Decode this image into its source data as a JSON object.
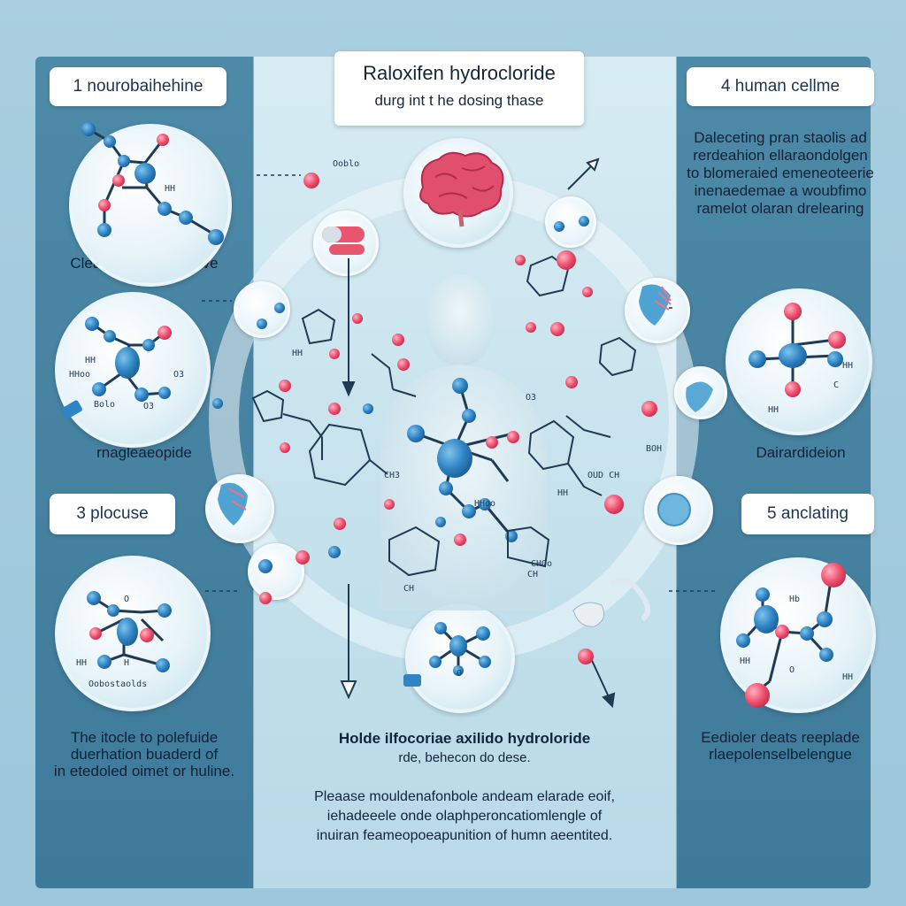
{
  "title": {
    "line1": "Raloxifen hydrocloride",
    "line2": "durg int t he dosing thase"
  },
  "steps": [
    {
      "label": "1 nourobaihehine"
    },
    {
      "label": "4 human cellme"
    },
    {
      "label": "3 plocuse"
    },
    {
      "label": "5 anclating"
    }
  ],
  "left_texts": {
    "t1": "Clear, informive alalve",
    "t2": "rnagleaeopide",
    "t3_lines": [
      "The itocle to polefuide",
      "duerhation buaderd of",
      "in etedoled oimet or huline."
    ]
  },
  "right_texts": {
    "block_lines": [
      "Daleceting pran staolis ad",
      "rerdeahion ellaraondolgen",
      "to blomeraied emeneoteerie",
      "inenaedemae a woubfimo",
      "ramelot olaran drelearing"
    ],
    "t2": "Dairardideion",
    "t3_lines": [
      "Eedioler deats reeplade",
      "rlaepolenselbelengue"
    ]
  },
  "center_bottom": {
    "heading_lines": [
      "Holde ilfocoriae axilido hydroloride",
      "rde, behecon do dese."
    ],
    "para_lines": [
      "Pleaase mouldenafonbole andeam elarade eoif,",
      "iehadeeele onde olaphperoncatiomlengle of",
      "inuiran feameopoeapunition of humn aeentited."
    ]
  },
  "molecule_labels": {
    "left1": [
      "HH",
      "HHoo",
      "O3",
      "Bolo",
      "O3"
    ],
    "left2": [
      "O",
      "HH",
      "H",
      "Oobostaolds"
    ],
    "right1": [
      "HH",
      "C",
      "HH"
    ],
    "right2": [
      "Hb",
      "HH",
      "O",
      "HH"
    ],
    "center": [
      "CH3",
      "HH",
      "O3",
      "CH",
      "OUD CH",
      "HH",
      "BOH",
      "CHOo",
      "HHoo",
      "Ooblo",
      "CH",
      "O"
    ]
  },
  "colors": {
    "panel": "#4282a1",
    "atom_blue": "#2f84c4",
    "atom_red": "#f0506e",
    "bond": "#1f3a52"
  }
}
